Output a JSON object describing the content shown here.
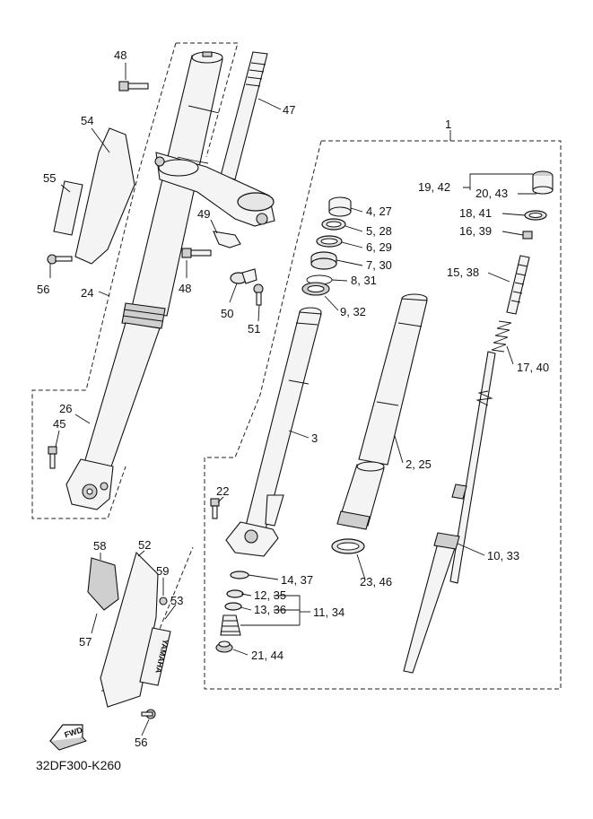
{
  "diagram_code": "32DF300-K260",
  "fwd_label": "FWD",
  "logo_text": "YAMAHA",
  "callouts": [
    {
      "id": "c1",
      "text": "1"
    },
    {
      "id": "c48a",
      "text": "48"
    },
    {
      "id": "c47",
      "text": "47"
    },
    {
      "id": "c54",
      "text": "54"
    },
    {
      "id": "c55",
      "text": "55"
    },
    {
      "id": "c56a",
      "text": "56"
    },
    {
      "id": "c24",
      "text": "24"
    },
    {
      "id": "c49",
      "text": "49"
    },
    {
      "id": "c48b",
      "text": "48"
    },
    {
      "id": "c50",
      "text": "50"
    },
    {
      "id": "c51",
      "text": "51"
    },
    {
      "id": "c26",
      "text": "26"
    },
    {
      "id": "c45",
      "text": "45"
    },
    {
      "id": "c3",
      "text": "3"
    },
    {
      "id": "c22",
      "text": "22"
    },
    {
      "id": "c58",
      "text": "58"
    },
    {
      "id": "c52",
      "text": "52"
    },
    {
      "id": "c59",
      "text": "59"
    },
    {
      "id": "c53",
      "text": "53"
    },
    {
      "id": "c57",
      "text": "57"
    },
    {
      "id": "c56b",
      "text": "56"
    },
    {
      "id": "c4",
      "text": "4, 27"
    },
    {
      "id": "c5",
      "text": "5, 28"
    },
    {
      "id": "c6",
      "text": "6, 29"
    },
    {
      "id": "c7",
      "text": "7, 30"
    },
    {
      "id": "c8",
      "text": "8, 31"
    },
    {
      "id": "c9",
      "text": "9, 32"
    },
    {
      "id": "c19",
      "text": "19, 42"
    },
    {
      "id": "c20",
      "text": "20, 43"
    },
    {
      "id": "c18",
      "text": "18, 41"
    },
    {
      "id": "c16",
      "text": "16, 39"
    },
    {
      "id": "c15",
      "text": "15, 38"
    },
    {
      "id": "c17",
      "text": "17, 40"
    },
    {
      "id": "c2",
      "text": "2, 25"
    },
    {
      "id": "c10",
      "text": "10, 33"
    },
    {
      "id": "c23",
      "text": "23, 46"
    },
    {
      "id": "c14",
      "text": "14, 37"
    },
    {
      "id": "c12",
      "text": "12, 35"
    },
    {
      "id": "c13",
      "text": "13, 36"
    },
    {
      "id": "c11",
      "text": "11, 34"
    },
    {
      "id": "c21",
      "text": "21, 44"
    }
  ]
}
